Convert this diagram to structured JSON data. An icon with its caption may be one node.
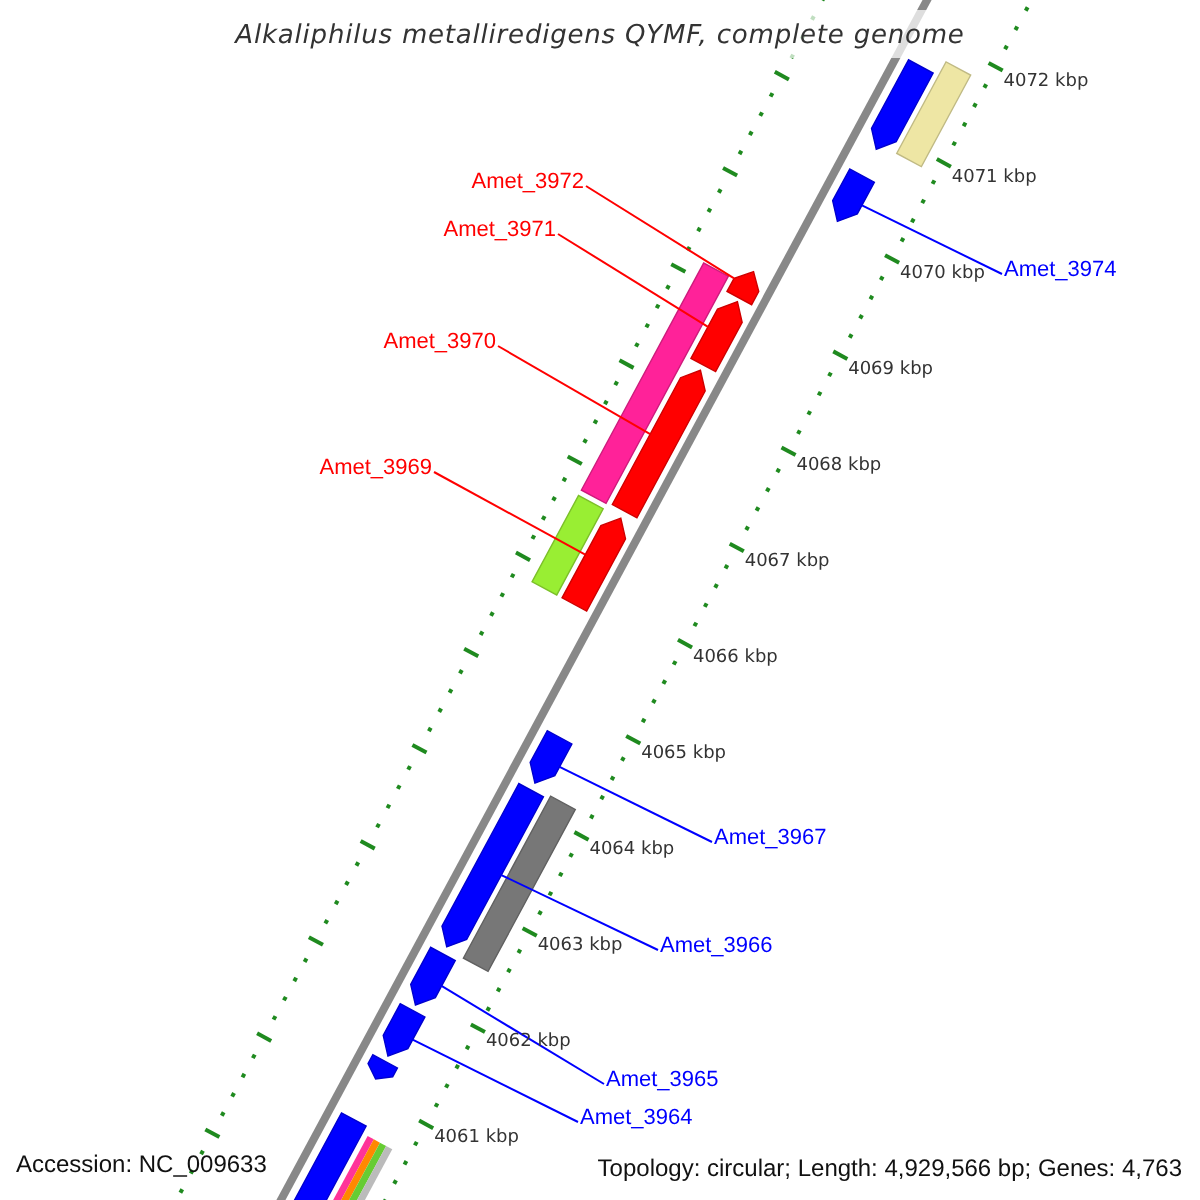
{
  "diagram": {
    "title": "Alkaliphilus metalliredigens QYMF, complete genome",
    "nodes": [
      {
        "text": [
          "Amet_3972"
        ]
      },
      {
        "text": [
          "Amet_3971"
        ]
      },
      {
        "text": [
          "Amet_3970"
        ]
      },
      {
        "text": [
          "Amet_3969"
        ]
      },
      {
        "text": [
          "Amet_3974"
        ]
      },
      {
        "text": [
          "Amet_3967"
        ]
      },
      {
        "text": [
          "Amet_3966"
        ]
      },
      {
        "text": [
          "Amet_3965"
        ]
      },
      {
        "text": [
          "Amet_3964"
        ]
      },
      {
        "text": [],
        "shape": "pentagon"
      },
      {
        "text": [],
        "shape": "pentagon"
      },
      {
        "text": [],
        "shape": "pentagon"
      },
      {
        "text": [],
        "shape": "pentagon"
      },
      {
        "text": [],
        "shape": "pentagon"
      },
      {
        "text": [],
        "shape": "pentagon"
      },
      {
        "text": [],
        "shape": "pentagon"
      },
      {
        "text": [],
        "shape": "pentagon"
      },
      {
        "text": [],
        "shape": "pentagon"
      },
      {
        "text": [],
        "shape": "pentagon"
      },
      {
        "text": [],
        "shape": "box"
      },
      {
        "text": [],
        "shape": "box"
      },
      {
        "text": [],
        "shape": "box"
      },
      {
        "text": [],
        "shape": "box"
      },
      {
        "text": [],
        "shape": "pentagon"
      },
      {
        "text": [],
        "shape": "box"
      },
      {
        "text": [],
        "shape": "box"
      },
      {
        "text": [],
        "shape": "box"
      },
      {
        "text": [],
        "shape": "box"
      },
      {
        "text": [],
        "shape": "box"
      }
    ],
    "edges": [
      {
        "from": 0,
        "to": 9,
        "arrow": "none",
        "color": "#ff0000"
      },
      {
        "from": 1,
        "to": 10,
        "arrow": "none",
        "color": "#ff0000"
      },
      {
        "from": 2,
        "to": 11,
        "arrow": "none",
        "color": "#ff0000"
      },
      {
        "from": 3,
        "to": 12,
        "arrow": "none",
        "color": "#ff0000"
      },
      {
        "from": 4,
        "to": 13,
        "arrow": "none"
      },
      {
        "from": 5,
        "to": 14,
        "arrow": "none"
      },
      {
        "from": 6,
        "to": 15,
        "arrow": "none"
      },
      {
        "from": 7,
        "to": 16,
        "arrow": "none"
      },
      {
        "from": 8,
        "to": 17,
        "arrow": "none"
      }
    ],
    "labels": [
      "4072 kbp",
      "4071 kbp",
      "4070 kbp",
      "4069 kbp",
      "4068 kbp",
      "4067 kbp",
      "4066 kbp",
      "4065 kbp",
      "4064 kbp",
      "4063 kbp",
      "4062 kbp",
      "4061 kbp",
      "Accession: NC_009633",
      "Topology: circular; Length: 4,929,566 bp; Genes: 4,763"
    ]
  }
}
